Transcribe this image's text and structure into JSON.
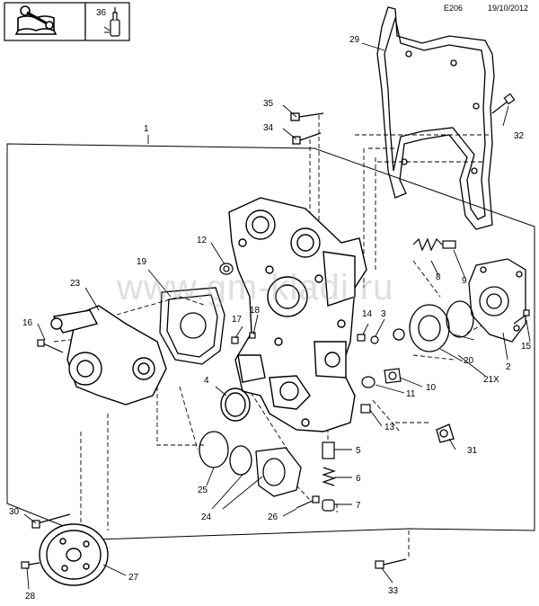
{
  "header": {
    "code": "E206",
    "date": "19/10/2012",
    "service_item": "36"
  },
  "watermark": "www.gm-kladi.ru",
  "parts": [
    {
      "id": "1",
      "label": "1"
    },
    {
      "id": "2",
      "label": "2"
    },
    {
      "id": "3",
      "label": "3"
    },
    {
      "id": "4",
      "label": "4"
    },
    {
      "id": "5",
      "label": "5"
    },
    {
      "id": "6",
      "label": "6"
    },
    {
      "id": "7",
      "label": "7"
    },
    {
      "id": "8",
      "label": "8"
    },
    {
      "id": "9",
      "label": "9"
    },
    {
      "id": "10",
      "label": "10"
    },
    {
      "id": "11",
      "label": "11"
    },
    {
      "id": "12",
      "label": "12"
    },
    {
      "id": "13",
      "label": "13"
    },
    {
      "id": "14",
      "label": "14"
    },
    {
      "id": "15",
      "label": "15"
    },
    {
      "id": "16",
      "label": "16"
    },
    {
      "id": "17",
      "label": "17"
    },
    {
      "id": "18",
      "label": "18"
    },
    {
      "id": "19",
      "label": "19"
    },
    {
      "id": "20",
      "label": "20"
    },
    {
      "id": "21X",
      "label": "21X"
    },
    {
      "id": "23",
      "label": "23"
    },
    {
      "id": "24",
      "label": "24"
    },
    {
      "id": "25",
      "label": "25"
    },
    {
      "id": "26",
      "label": "26"
    },
    {
      "id": "27",
      "label": "27"
    },
    {
      "id": "28",
      "label": "28"
    },
    {
      "id": "29",
      "label": "29"
    },
    {
      "id": "30",
      "label": "30"
    },
    {
      "id": "31",
      "label": "31"
    },
    {
      "id": "32",
      "label": "32"
    },
    {
      "id": "33",
      "label": "33"
    },
    {
      "id": "34",
      "label": "34"
    },
    {
      "id": "35",
      "label": "35"
    }
  ]
}
